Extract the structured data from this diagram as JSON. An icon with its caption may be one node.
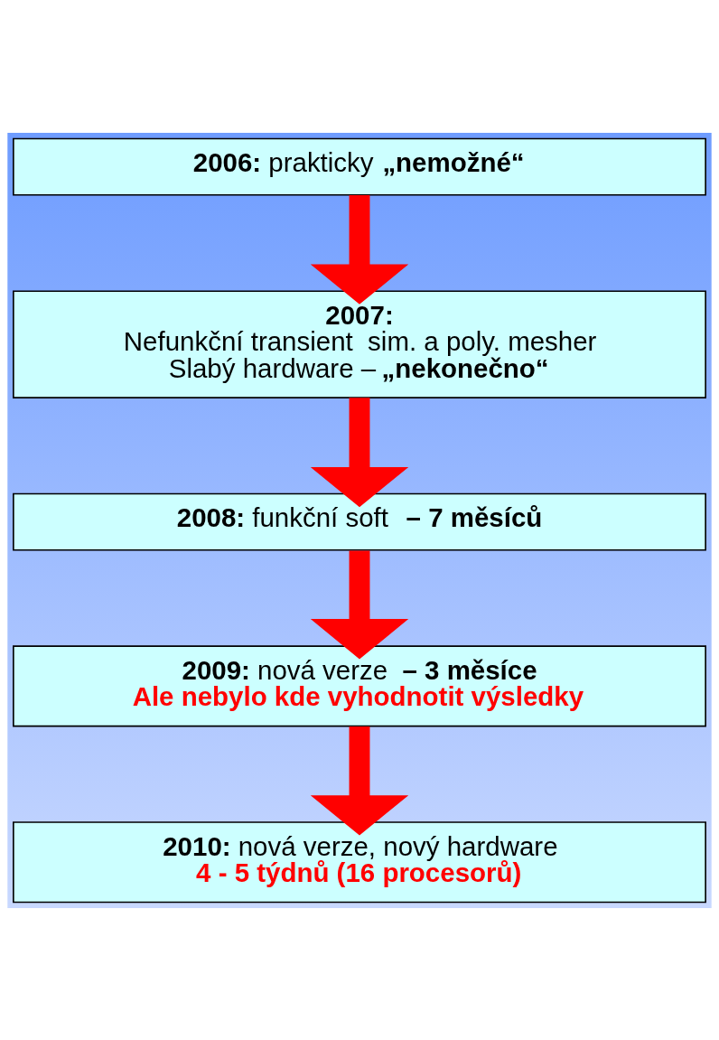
{
  "diagram": {
    "nodes": [
      {
        "text": [
          "**2006:** prakticky **„nemožné“**"
        ]
      },
      {
        "text": [
          "**2007:**",
          "Nefunkční transient  sim. a poly. mesher",
          "Slabý hardware – **„nekonečno“**"
        ]
      },
      {
        "text": [
          "**2008:** funkční soft  **– 7 měsíců**"
        ]
      },
      {
        "text": [
          "**2009:** nová verze  **– 3 měsíce**",
          "Ale nebylo kde vyhodnotit výsledky"
        ]
      },
      {
        "text": [
          "**2010:** nová verze, nový hardware",
          "4 - 5 týdnů (16 procesorů)"
        ]
      }
    ],
    "edges": [
      {
        "from": 0,
        "to": 1,
        "arrow": "to"
      },
      {
        "from": 1,
        "to": 2,
        "arrow": "to"
      },
      {
        "from": 2,
        "to": 3,
        "arrow": "to"
      },
      {
        "from": 3,
        "to": 4,
        "arrow": "to"
      }
    ]
  }
}
